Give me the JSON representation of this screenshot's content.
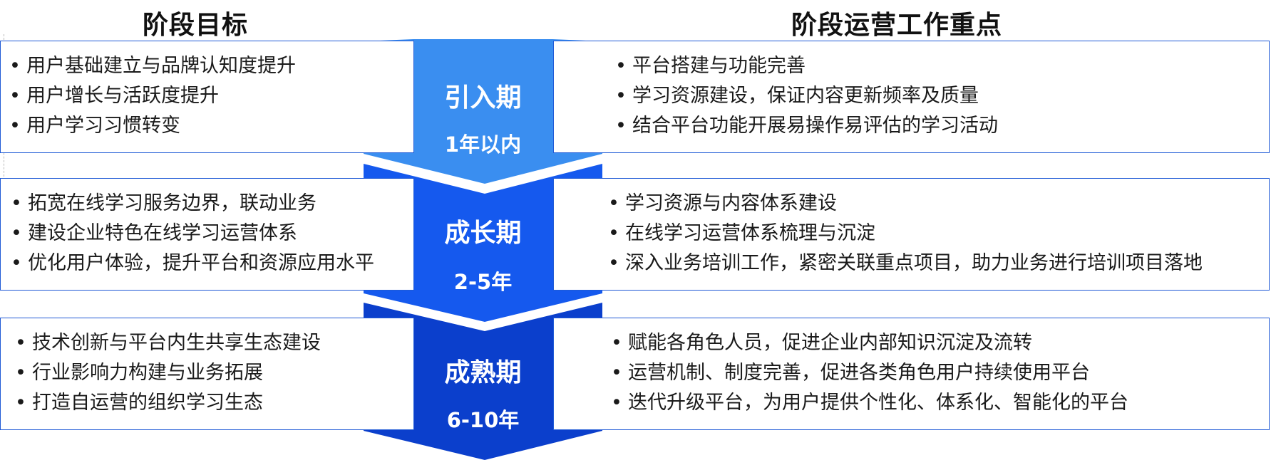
{
  "headers": {
    "left": "阶段目标",
    "right": "阶段运营工作重点"
  },
  "stages": [
    {
      "name": "引入期",
      "duration": "1年以内",
      "color": "#3a8ef0",
      "goals": [
        "用户基础建立与品牌认知度提升",
        "用户增长与活跃度提升",
        "用户学习习惯转变"
      ],
      "focus": [
        "平台搭建与功能完善",
        "学习资源建设，保证内容更新频率及质量",
        "结合平台功能开展易操作易评估的学习活动"
      ]
    },
    {
      "name": "成长期",
      "duration": "2-5年",
      "color": "#1559ee",
      "goals": [
        "拓宽在线学习服务边界，联动业务",
        "建设企业特色在线学习运营体系",
        "优化用户体验，提升平台和资源应用水平"
      ],
      "focus": [
        "学习资源与内容体系建设",
        "在线学习运营体系梳理与沉淀",
        "深入业务培训工作，紧密关联重点项目，助力业务进行培训项目落地"
      ]
    },
    {
      "name": "成熟期",
      "duration": "6-10年",
      "color": "#0b3fcc",
      "goals": [
        "技术创新与平台内生共享生态建设",
        "行业影响力构建与业务拓展",
        "打造自运营的组织学习生态"
      ],
      "focus": [
        "赋能各角色人员，促进企业内部知识沉淀及流转",
        "运营机制、制度完善，促进各类角色用户持续使用平台",
        "迭代升级平台，为用户提供个性化、体系化、智能化的平台"
      ]
    }
  ]
}
